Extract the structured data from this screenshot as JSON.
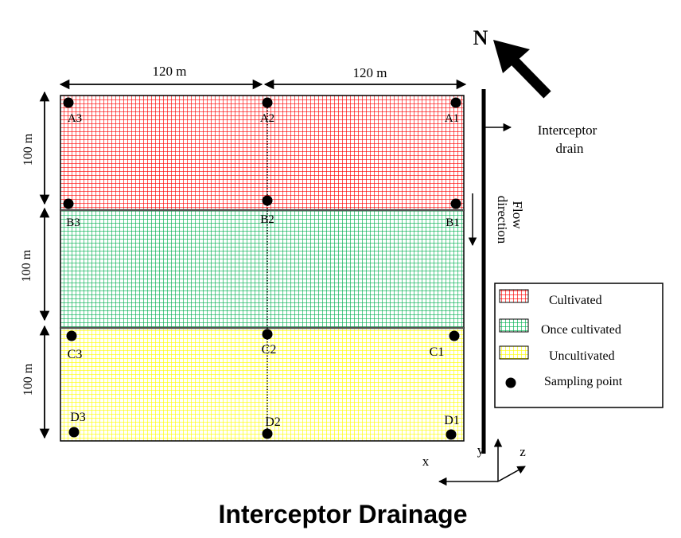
{
  "compass": {
    "label": "N"
  },
  "dimensions": {
    "width_left": "120 m",
    "width_right": "120 m",
    "height_top": "100 m",
    "height_middle": "100 m",
    "height_bottom": "100 m"
  },
  "drain": {
    "line1": "Interceptor",
    "line2": "drain"
  },
  "flow": {
    "line1": "Flow",
    "line2": "direction"
  },
  "zones": {
    "cultivated_color": "#ff0000",
    "once_cultivated_color": "#00b050",
    "uncultivated_color": "#ffff00"
  },
  "points": {
    "A3": "A3",
    "A2": "A2",
    "A1": "A1",
    "B3": "B3",
    "B2": "B2",
    "B1": "B1",
    "C3": "C3",
    "C2": "C2",
    "C1": "C1",
    "D3": "D3",
    "D2": "D2",
    "D1": "D1"
  },
  "legend": {
    "cultivated": "Cultivated",
    "once_cultivated": "Once cultivated",
    "uncultivated": "Uncultivated",
    "sampling_point": "Sampling point"
  },
  "axes": {
    "x": "x",
    "y": "y",
    "z": "z"
  },
  "caption": "Interceptor Drainage"
}
